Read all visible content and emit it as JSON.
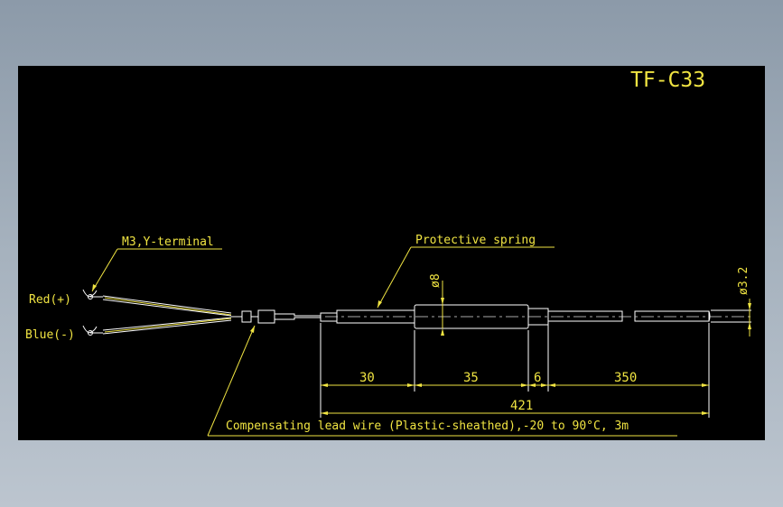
{
  "drawing": {
    "model": "TF-C33",
    "labels": {
      "y_terminal": "M3,Y-terminal",
      "protective_spring": "Protective spring",
      "red": "Red(+)",
      "blue": "Blue(-)",
      "lead_wire": "Compensating lead wire (Plastic-sheathed),-20 to 90°C, 3m"
    },
    "dimensions": {
      "d1": "30",
      "d2": "35",
      "d3": "6",
      "d4": "350",
      "total": "421",
      "dia_body": "ø8",
      "dia_probe": "ø3.2"
    },
    "colors": {
      "background": "#000000",
      "annotation": "#f0e442",
      "outline": "#ffffff"
    }
  }
}
